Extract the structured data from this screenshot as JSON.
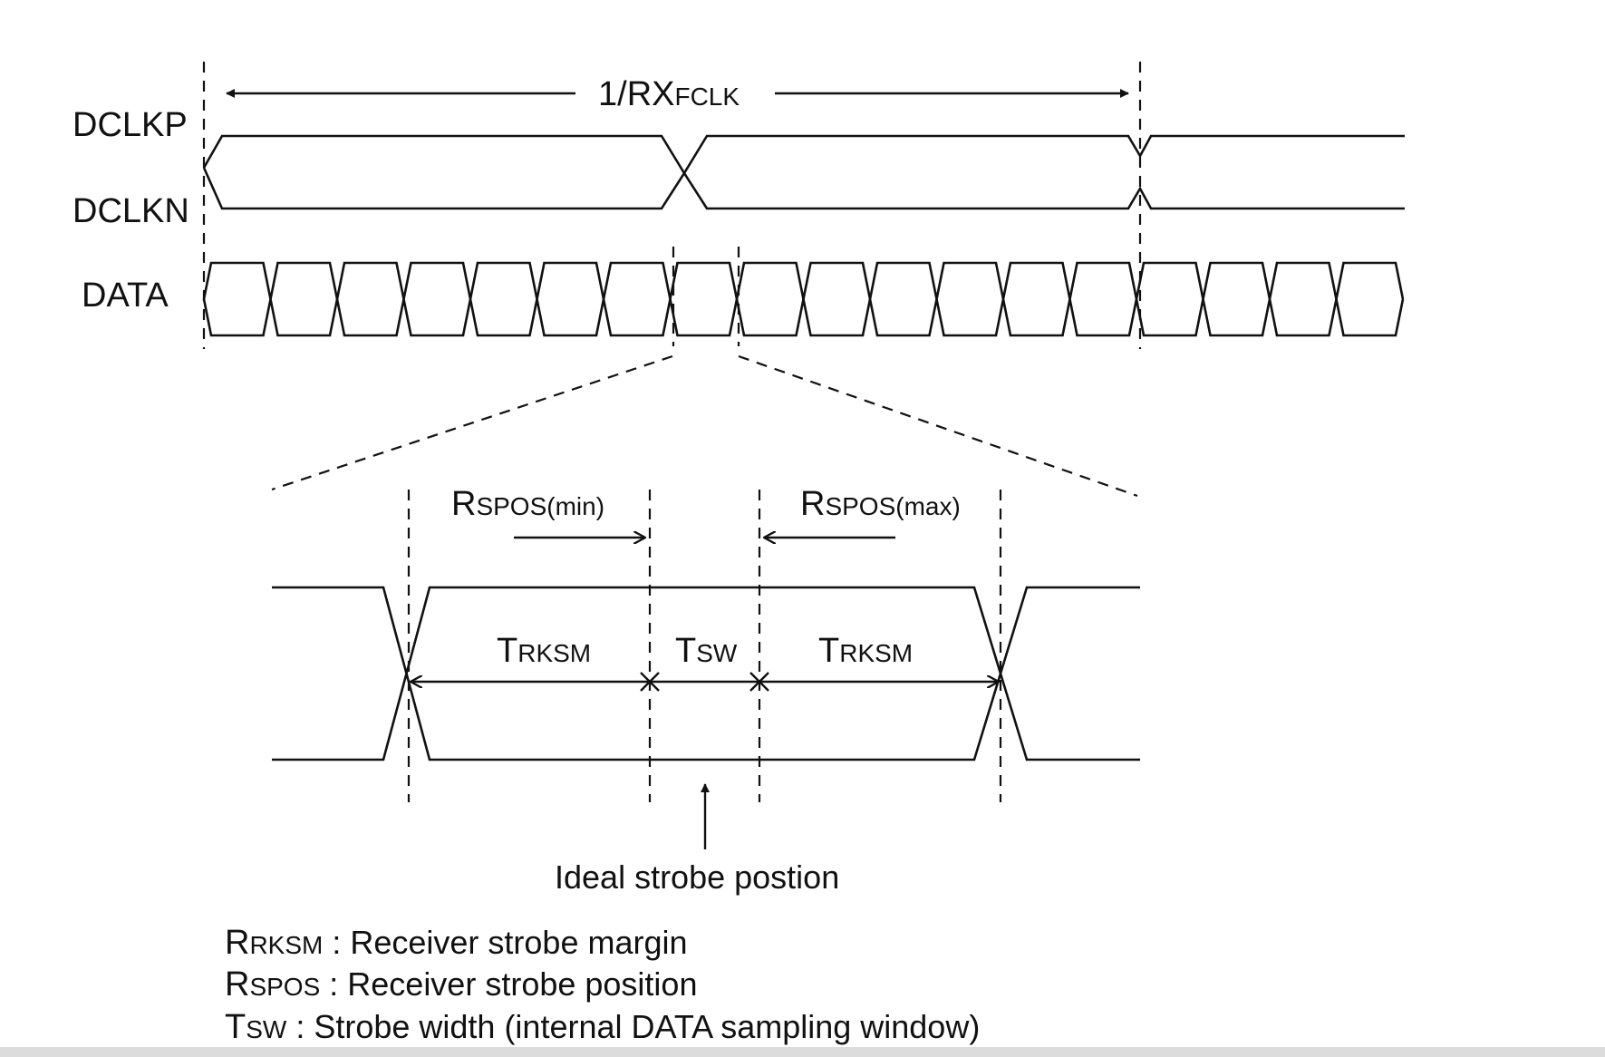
{
  "signals": {
    "dclkp": "DCLKP",
    "dclkn": "DCLKN",
    "data": "DATA"
  },
  "period": {
    "main": "1/RX",
    "sub": "FCLK"
  },
  "zoom": {
    "rspos_min": {
      "main": "R",
      "sub": "SPOS(min)"
    },
    "rspos_max": {
      "main": "R",
      "sub": "SPOS(max)"
    },
    "trksm_left": {
      "main": "T",
      "sub": "RKSM"
    },
    "tsw": {
      "main": "T",
      "sub": "SW"
    },
    "trksm_right": {
      "main": "T",
      "sub": "RKSM"
    },
    "ideal_strobe": "Ideal strobe postion"
  },
  "legend": [
    {
      "main": "R",
      "sub": "RKSM",
      "text": " : Receiver strobe margin"
    },
    {
      "main": "R",
      "sub": "SPOS",
      "text": " : Receiver strobe position"
    },
    {
      "main": "T",
      "sub": "SW",
      "text": " : Strobe width (internal DATA sampling window)"
    }
  ]
}
